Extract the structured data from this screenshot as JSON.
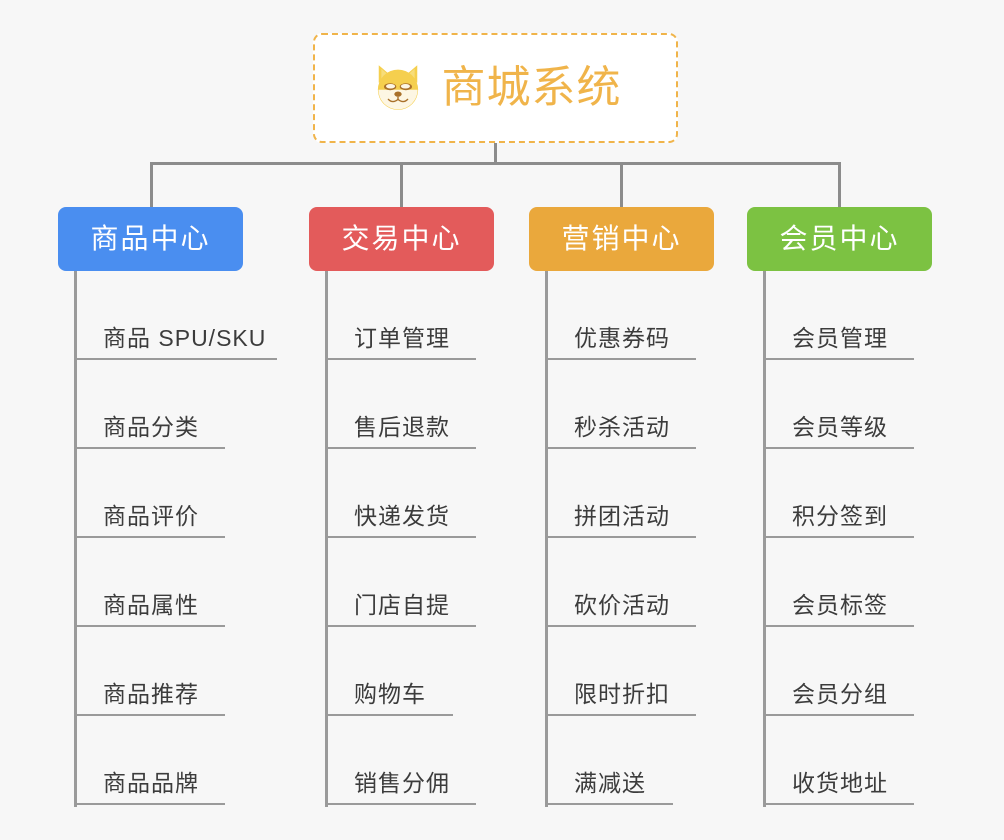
{
  "page": {
    "background_color": "#f7f7f7",
    "line_color": "#8c8c8c"
  },
  "root": {
    "title": "商城系统",
    "icon": "shiba-dog-icon",
    "border_color": "#f0b44a",
    "text_color": "#f0b44a",
    "background_color": "#ffffff"
  },
  "columns": [
    {
      "id": "product-center",
      "label": "商品中心",
      "color": "#4a8ef0",
      "items": [
        "商品 SPU/SKU",
        "商品分类",
        "商品评价",
        "商品属性",
        "商品推荐",
        "商品品牌"
      ]
    },
    {
      "id": "trade-center",
      "label": "交易中心",
      "color": "#e35b5b",
      "items": [
        "订单管理",
        "售后退款",
        "快递发货",
        "门店自提",
        "购物车",
        "销售分佣"
      ]
    },
    {
      "id": "marketing-center",
      "label": "营销中心",
      "color": "#eaa83c",
      "items": [
        "优惠券码",
        "秒杀活动",
        "拼团活动",
        "砍价活动",
        "限时折扣",
        "满减送"
      ]
    },
    {
      "id": "member-center",
      "label": "会员中心",
      "color": "#7cc242",
      "items": [
        "会员管理",
        "会员等级",
        "积分签到",
        "会员标签",
        "会员分组",
        "收货地址"
      ]
    }
  ]
}
